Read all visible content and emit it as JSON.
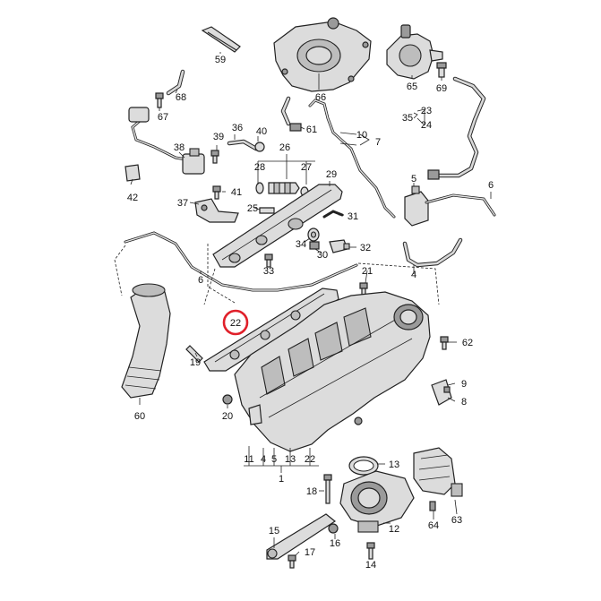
{
  "diagram": {
    "highlight_color": "#e0202a",
    "highlighted_label": "22",
    "labels": [
      "59",
      "66",
      "65",
      "69",
      "68",
      "67",
      "61",
      "23",
      "35",
      "24",
      "36",
      "40",
      "39",
      "10",
      "7",
      "38",
      "26",
      "28",
      "27",
      "29",
      "42",
      "41",
      "37",
      "25",
      "31",
      "5",
      "34",
      "32",
      "30",
      "6",
      "33",
      "21",
      "4",
      "22",
      "62",
      "19",
      "9",
      "8",
      "60",
      "20",
      "11",
      "4",
      "5",
      "13",
      "22",
      "1",
      "13",
      "18",
      "12",
      "16",
      "63",
      "64",
      "15",
      "17",
      "14"
    ]
  }
}
